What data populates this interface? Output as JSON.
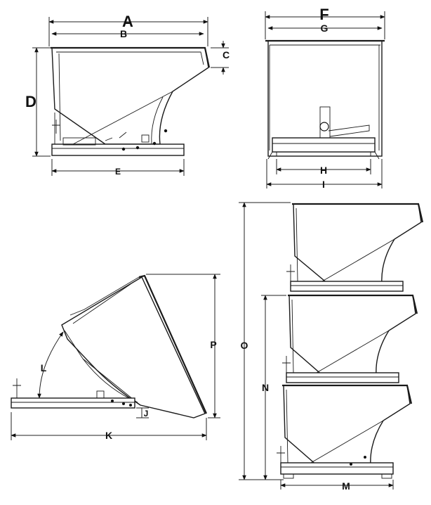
{
  "labels": {
    "A": "A",
    "B": "B",
    "C": "C",
    "D": "D",
    "E": "E",
    "F": "F",
    "G": "G",
    "H": "H",
    "I": "I",
    "J": "J",
    "K": "K",
    "L": "L",
    "M": "M",
    "N": "N",
    "O": "O",
    "P": "P"
  }
}
